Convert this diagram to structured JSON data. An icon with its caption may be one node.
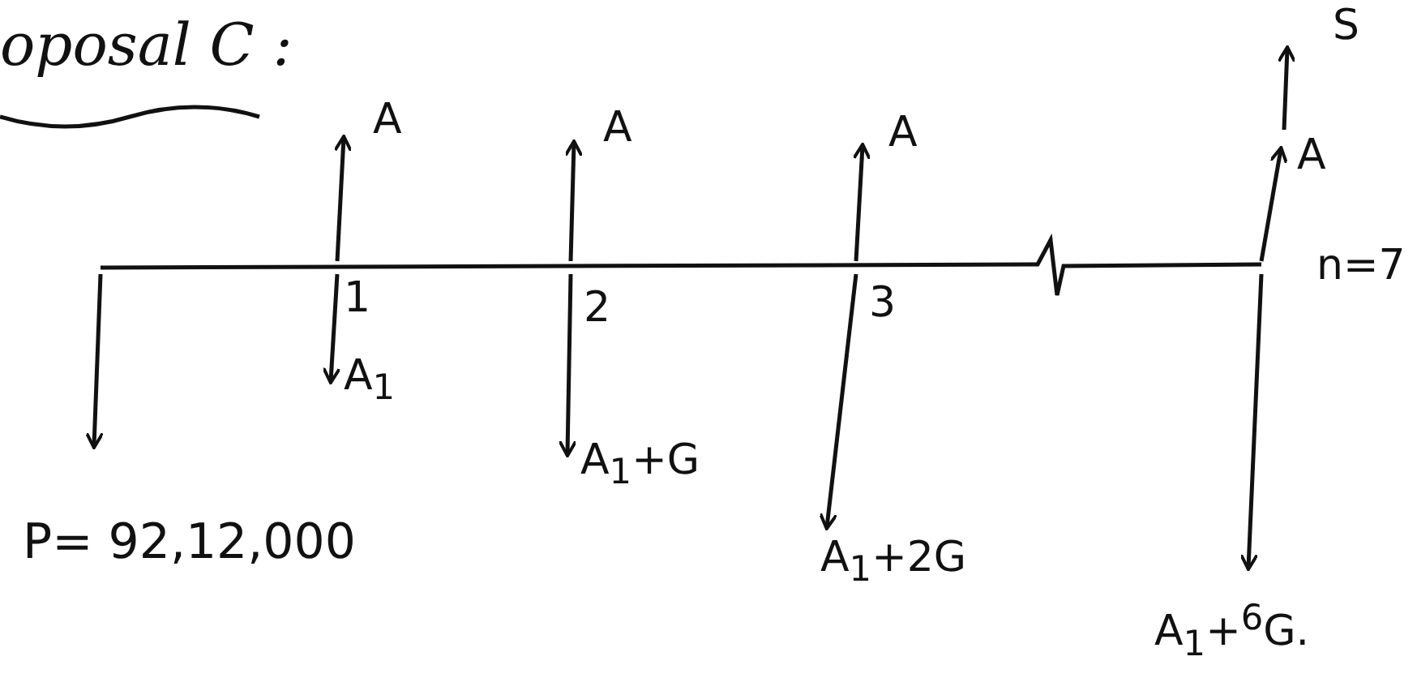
{
  "diagram": {
    "title": "oposal C :",
    "labels": [
      "S",
      "A",
      "A",
      "A",
      "A",
      "1",
      "2",
      "3",
      "n=7",
      "A$_{1}$",
      "A$_{1}$+G",
      "P= 92,12,000",
      "A$_{1}$+2G",
      "A$_{1}$+$^{6}$G."
    ]
  }
}
